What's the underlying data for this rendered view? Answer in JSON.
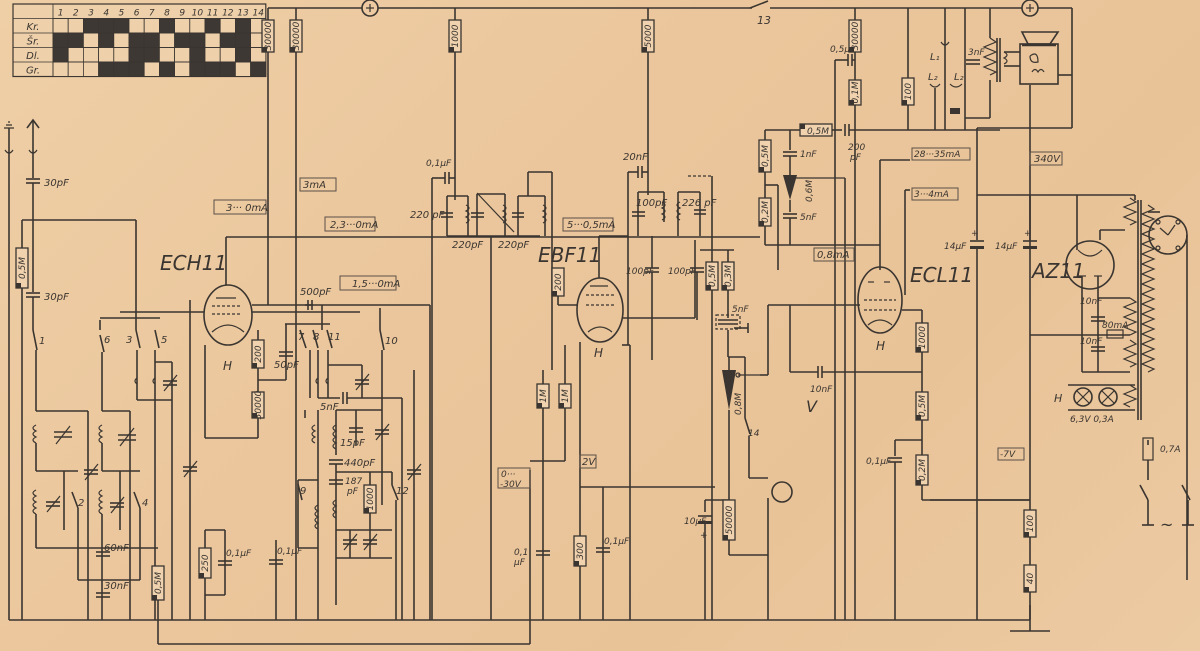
{
  "switch_table": {
    "columns": [
      "1",
      "2",
      "3",
      "4",
      "5",
      "6",
      "7",
      "8",
      "9",
      "10",
      "11",
      "12",
      "13",
      "14"
    ],
    "rows": [
      {
        "label": "Kr.",
        "cells": [
          0,
          0,
          1,
          1,
          1,
          0,
          0,
          1,
          0,
          0,
          1,
          0,
          1,
          0
        ]
      },
      {
        "label": "Šr.",
        "cells": [
          1,
          1,
          0,
          1,
          0,
          1,
          1,
          0,
          1,
          1,
          0,
          1,
          1,
          0
        ]
      },
      {
        "label": "Dl.",
        "cells": [
          1,
          0,
          0,
          0,
          0,
          1,
          1,
          0,
          0,
          1,
          0,
          0,
          1,
          0
        ]
      },
      {
        "label": "Gr.",
        "cells": [
          0,
          0,
          0,
          1,
          1,
          1,
          0,
          1,
          0,
          1,
          1,
          1,
          0,
          1
        ]
      }
    ]
  },
  "tubes": {
    "ech11": "ECH11",
    "ebf11": "EBF11",
    "ecl11": "ECL11",
    "az11": "AZ11",
    "heater": "H"
  },
  "currents": {
    "ech_anode": "3··· 0mA",
    "screen": "3mA",
    "osc": "2,3···0mA",
    "ech_grid": "1,5···0mA",
    "ebf": "5···0,5mA",
    "ecl_anode": "28···35mA",
    "ecl_screen": "3···4mA",
    "ecl_tri": "0,8mA",
    "rect": "80mA"
  },
  "voltages": {
    "b_plus": "340V",
    "agc": "0···\n-30V",
    "agc_line1": "0···",
    "agc_line2": "-30V",
    "cathode": "2V",
    "bias": "-7V"
  },
  "resistors": {
    "r_top1": "30000",
    "r_top2": "30000",
    "r_top3": "1000",
    "r_top4": "5000",
    "r_ant": "0,5M",
    "r_ech_k": "200",
    "r_osc": "30000",
    "r_250": "250",
    "r_05m_bot": "0,5M",
    "r_ebf_g2": "200",
    "r_1m_a": "1M",
    "r_1m_b": "1M",
    "r_300": "300",
    "r_05m_ebf": "0,5M",
    "r_03m_ebf": "0,3M",
    "r_50000": "50000",
    "r_30000_ecl": "30000",
    "r_01m": "0,1M",
    "r_100_top": "100",
    "r_05m_ecl_g": "0,5M",
    "r_05m_left": "0,5M",
    "r_02m_left": "0,2M",
    "r_1000_ecl": "1000",
    "r_05m_ecl_k": "0,5M",
    "r_02m_ecl_k": "0,2M",
    "r_100_bot": "100",
    "r_40": "40",
    "r_1000_osc": "1000",
    "pot_06m": "0,6M",
    "pot_08m": "0,8M"
  },
  "capacitors": {
    "c_30pf_a": "30pF",
    "c_30pf_b": "30pF",
    "c_500pf": "500pF",
    "c_50pf": "50pF",
    "c_5nf_osc": "5nF",
    "c_15pf": "15pF",
    "c_440pf": "440pF",
    "c_187pf": "187\npF",
    "c_187_l1": "187",
    "c_187_l2": "pF",
    "c_60nf": "60nF",
    "c_30nf": "30nF",
    "c_01uf_250": "0,1µF",
    "c_01uf_mid": "0,1µF",
    "c_01uf_if": "0,1µF",
    "c_220pf_a": "220 pF",
    "c_220pf_b": "220pF",
    "c_220pf_c": "220pF",
    "c_01_agc_l1": "0,1",
    "c_01_agc_l2": "µF",
    "c_20nf": "20nF",
    "c_100pf_if": "100pF",
    "c_226pf": "226 pF",
    "c_100pf_a": "100pF",
    "c_100pf_b": "100pF",
    "c_5nf_det": "5nF",
    "c_01uf_cath": "0,1µF",
    "c_10uf": "10µF",
    "c_10nf": "10nF",
    "c_05uf": "0,5µF",
    "c_1nf": "1nF",
    "c_5nf_tone": "5nF",
    "c_200pf_l1": "200",
    "c_200pf_l2": "pF",
    "c_3nf": "3nF",
    "c_14uf_a": "14µF",
    "c_14uf_b": "14µF",
    "c_10nf_a": "10nF",
    "c_10nf_b": "10nF",
    "c_01uf_ecl": "0,1µF"
  },
  "switches": {
    "s1": "1",
    "s2": "2",
    "s3": "3",
    "s4": "4",
    "s5": "5",
    "s6": "6",
    "s7": "7",
    "s8": "8",
    "s9": "9",
    "s10": "10",
    "s11": "11",
    "s12": "12",
    "s13": "13",
    "s14": "14"
  },
  "misc": {
    "plus": "+",
    "l1": "L₁",
    "l2a": "L₂",
    "l2b": "L₂",
    "lamps": "6,3V 0,3A",
    "fuse": "0,7A",
    "mains": "~",
    "pencil_mark": "V"
  },
  "colors": {
    "paper": "#edc9a0",
    "ink": "#3a3530"
  }
}
